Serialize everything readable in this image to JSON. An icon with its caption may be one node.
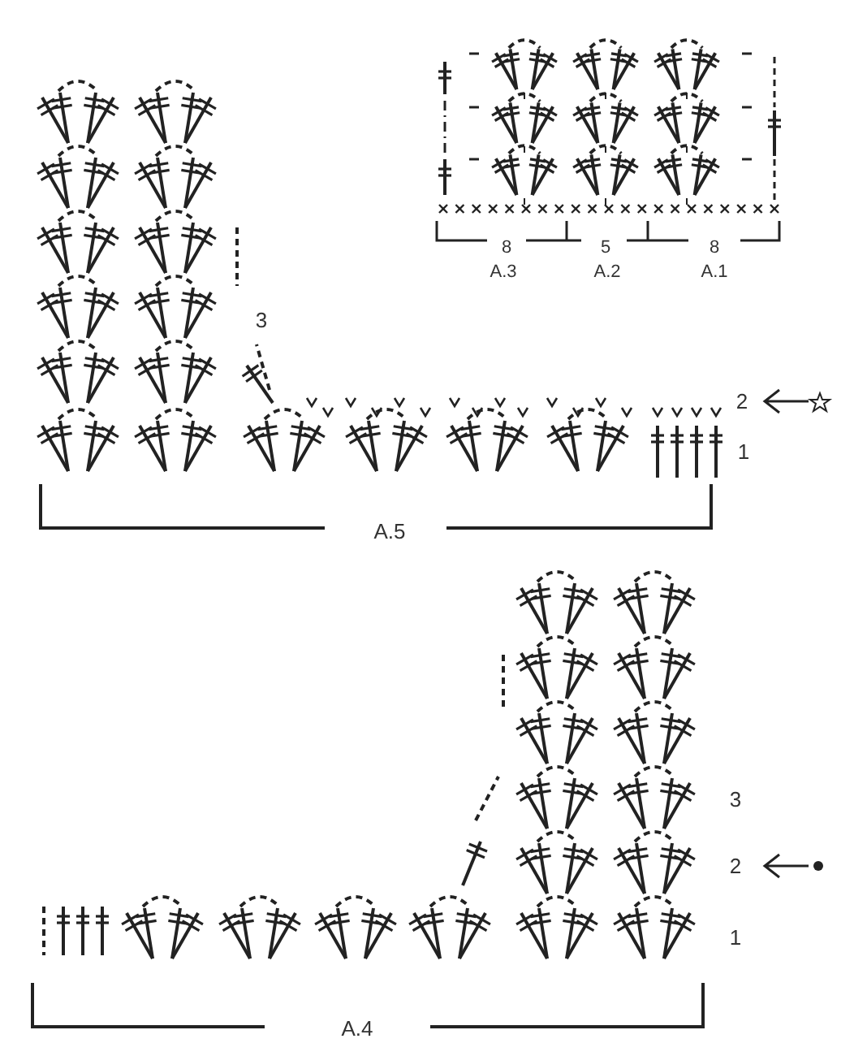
{
  "diagram": {
    "labels": [
      "8",
      "5",
      "8",
      "A.3",
      "A.2",
      "A.1",
      "3",
      "2",
      "1",
      "A.5",
      "3",
      "2",
      "1",
      "A.4"
    ]
  }
}
